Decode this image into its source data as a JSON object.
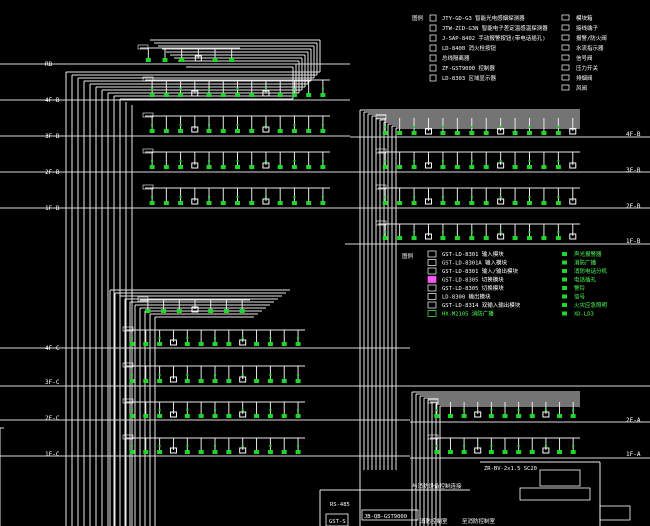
{
  "colors": {
    "background": "#000000",
    "wire": "#e8e8e8",
    "device": "#1fd62a",
    "text": "#ffffff",
    "legend_yellow": "#ffff55",
    "legend_magenta": "#ff55ff"
  },
  "panels": {
    "left": {
      "floors": [
        "4F-B",
        "3F-B",
        "2F-B",
        "1F-B"
      ]
    },
    "left_lower": {
      "floors": [
        "4F-C",
        "3F-C",
        "2F-C",
        "1F-C"
      ]
    },
    "right": {
      "floors": [
        "4F-B",
        "3F-B",
        "2F-B",
        "1F-B"
      ]
    },
    "right_lower": {
      "floors": [
        "2F-A",
        "1F-A"
      ]
    },
    "top_label": "RB"
  },
  "legend_top": {
    "title": "图例",
    "items": [
      {
        "code": "JTY-GD-G3",
        "desc": "智能光电感烟探测器"
      },
      {
        "code": "JTW-ZCD-G3N",
        "desc": "智能电子差定温感温探测器"
      },
      {
        "code": "J-SAP-8402",
        "desc": "手动报警按钮(带电话插孔)"
      },
      {
        "code": "LD-8400",
        "desc": "消火栓按钮"
      },
      {
        "code": "",
        "desc": "总线隔离器"
      },
      {
        "code": "ZF-GST9000",
        "desc": "控制器"
      },
      {
        "code": "LD-8303",
        "desc": "区域显示器"
      }
    ],
    "right_items": [
      "模块箱",
      "接线端子",
      "报警/防火阀",
      "水流指示器",
      "信号阀",
      "压力开关",
      "排烟阀",
      "风阀"
    ]
  },
  "legend_mid": {
    "title": "图例",
    "items": [
      {
        "code": "GST-LD-8301",
        "desc": "输入模块"
      },
      {
        "code": "GST-LD-8301A",
        "desc": "输入模块"
      },
      {
        "code": "GST-LD-8301",
        "desc": "输入/输出模块"
      },
      {
        "code": "GST-LD-8305",
        "desc": "切换模块"
      },
      {
        "code": "GST-LD-8305",
        "desc": "切换模块"
      },
      {
        "code": "LD-8300",
        "desc": "输出模块"
      },
      {
        "code": "GST-LD-8314",
        "desc": "双输入输出模块"
      },
      {
        "code": "HX-M2105",
        "desc": "消防广播"
      }
    ],
    "right_items": [
      "声光报警器",
      "消防广播",
      "消防电话分机",
      "电话插孔",
      "警铃",
      "信号",
      "火灾应急照明",
      "XD-LD3"
    ]
  },
  "bottom": {
    "controller": "JB-QB-GST9000",
    "cabinet": "GST-S",
    "control_room": "消防控制室",
    "note1": "与消防设备控制连接",
    "note2": "至消防控制室",
    "bus_label": "ZR-BV-2x1.5 SC20",
    "left_box": "RS-485"
  }
}
